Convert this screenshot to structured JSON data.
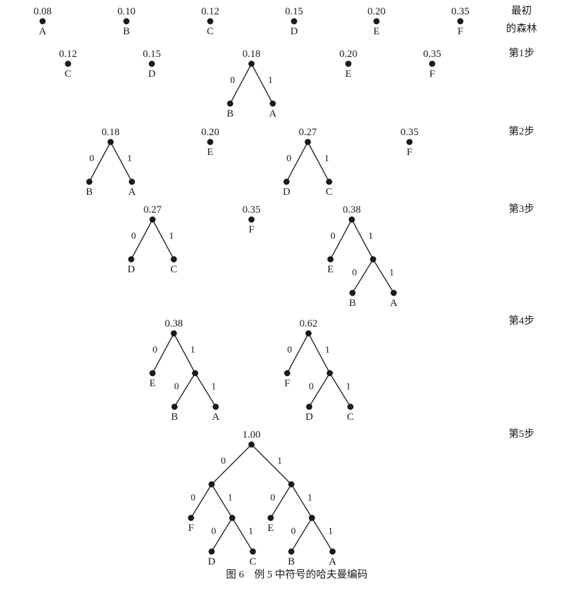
{
  "figure": {
    "caption": "图 6　例 5 中符号的哈夫曼编码"
  },
  "steps": [
    {
      "label_lines": [
        "最初",
        "的森林"
      ],
      "trees": [
        {
          "prob": "0.08",
          "leaf": "A"
        },
        {
          "prob": "0.10",
          "leaf": "B"
        },
        {
          "prob": "0.12",
          "leaf": "C"
        },
        {
          "prob": "0.15",
          "leaf": "D"
        },
        {
          "prob": "0.20",
          "leaf": "E"
        },
        {
          "prob": "0.35",
          "leaf": "F"
        }
      ]
    },
    {
      "label_lines": [
        "第1步"
      ],
      "trees": [
        {
          "prob": "0.12",
          "leaf": "C"
        },
        {
          "prob": "0.15",
          "leaf": "D"
        },
        {
          "prob": "0.18",
          "children": [
            {
              "bit": "0",
              "leaf": "B"
            },
            {
              "bit": "1",
              "leaf": "A"
            }
          ]
        },
        {
          "prob": "0.20",
          "leaf": "E"
        },
        {
          "prob": "0.35",
          "leaf": "F"
        }
      ]
    },
    {
      "label_lines": [
        "第2步"
      ],
      "trees": [
        {
          "prob": "0.18",
          "children": [
            {
              "bit": "0",
              "leaf": "B"
            },
            {
              "bit": "1",
              "leaf": "A"
            }
          ]
        },
        {
          "prob": "0.20",
          "leaf": "E"
        },
        {
          "prob": "0.27",
          "children": [
            {
              "bit": "0",
              "leaf": "D"
            },
            {
              "bit": "1",
              "leaf": "C"
            }
          ]
        },
        {
          "prob": "0.35",
          "leaf": "F"
        }
      ]
    },
    {
      "label_lines": [
        "第3步"
      ],
      "trees": [
        {
          "prob": "0.27",
          "children": [
            {
              "bit": "0",
              "leaf": "D"
            },
            {
              "bit": "1",
              "leaf": "C"
            }
          ]
        },
        {
          "prob": "0.35",
          "leaf": "F"
        },
        {
          "prob": "0.38",
          "children": [
            {
              "bit": "0",
              "leaf": "E"
            },
            {
              "bit": "1",
              "children": [
                {
                  "bit": "0",
                  "leaf": "B"
                },
                {
                  "bit": "1",
                  "leaf": "A"
                }
              ]
            }
          ]
        }
      ]
    },
    {
      "label_lines": [
        "第4步"
      ],
      "trees": [
        {
          "prob": "0.38",
          "children": [
            {
              "bit": "0",
              "leaf": "E"
            },
            {
              "bit": "1",
              "children": [
                {
                  "bit": "0",
                  "leaf": "B"
                },
                {
                  "bit": "1",
                  "leaf": "A"
                }
              ]
            }
          ]
        },
        {
          "prob": "0.62",
          "children": [
            {
              "bit": "0",
              "leaf": "F"
            },
            {
              "bit": "1",
              "children": [
                {
                  "bit": "0",
                  "leaf": "D"
                },
                {
                  "bit": "1",
                  "leaf": "C"
                }
              ]
            }
          ]
        }
      ]
    },
    {
      "label_lines": [
        "第5步"
      ],
      "trees": [
        {
          "prob": "1.00",
          "children": [
            {
              "bit": "0",
              "children": [
                {
                  "bit": "0",
                  "leaf": "F"
                },
                {
                  "bit": "1",
                  "children": [
                    {
                      "bit": "0",
                      "leaf": "D"
                    },
                    {
                      "bit": "1",
                      "leaf": "C"
                    }
                  ]
                }
              ]
            },
            {
              "bit": "1",
              "children": [
                {
                  "bit": "0",
                  "leaf": "E"
                },
                {
                  "bit": "1",
                  "children": [
                    {
                      "bit": "0",
                      "leaf": "B"
                    },
                    {
                      "bit": "1",
                      "leaf": "A"
                    }
                  ]
                }
              ]
            }
          ]
        }
      ]
    }
  ]
}
